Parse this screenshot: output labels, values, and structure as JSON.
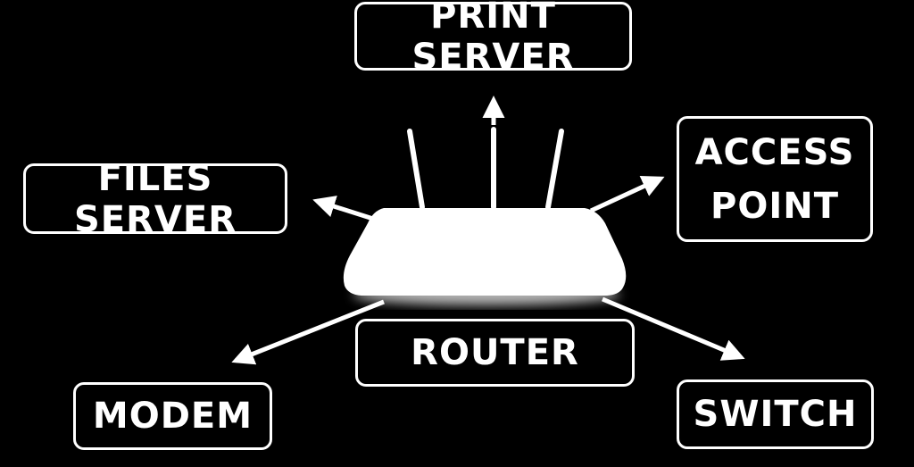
{
  "diagram": {
    "nodes": {
      "print_server": "PRINT SERVER",
      "files_server": "FILES SERVER",
      "access_point_line1": "ACCESS",
      "access_point_line2": "POINT",
      "router": "ROUTER",
      "modem": "MODEM",
      "switch": "SWITCH"
    },
    "colors": {
      "background": "#000000",
      "foreground": "#ffffff"
    },
    "center_icon": "router-device-icon"
  }
}
